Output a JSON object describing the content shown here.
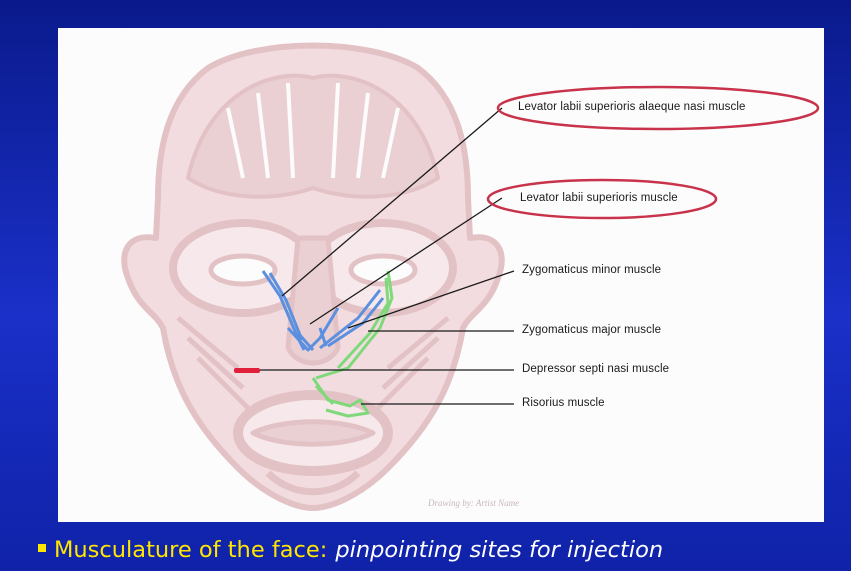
{
  "diagram": {
    "labels": {
      "levator_alaeque": "Levator labii superioris alaeque nasi muscle",
      "levator_superioris": "Levator labii superioris muscle",
      "zygomaticus_minor": "Zygomaticus minor muscle",
      "zygomaticus_major": "Zygomaticus major muscle",
      "depressor_septi": "Depressor septi nasi muscle",
      "risorius": "Risorius muscle"
    },
    "watermark": "Drawing by: Artist Name",
    "colors": {
      "face_outline": "#e3c2c6",
      "face_fill": "#f2dcdf",
      "blue_muscle": "#5b8fe0",
      "green_muscle": "#7fd97a",
      "red_muscle": "#e0203a",
      "highlight_oval": "#c8324a",
      "leader_line": "#1a1a1a"
    }
  },
  "caption": {
    "main": "Musculature of the face:",
    "emphasis": "pinpointing sites for injection"
  }
}
